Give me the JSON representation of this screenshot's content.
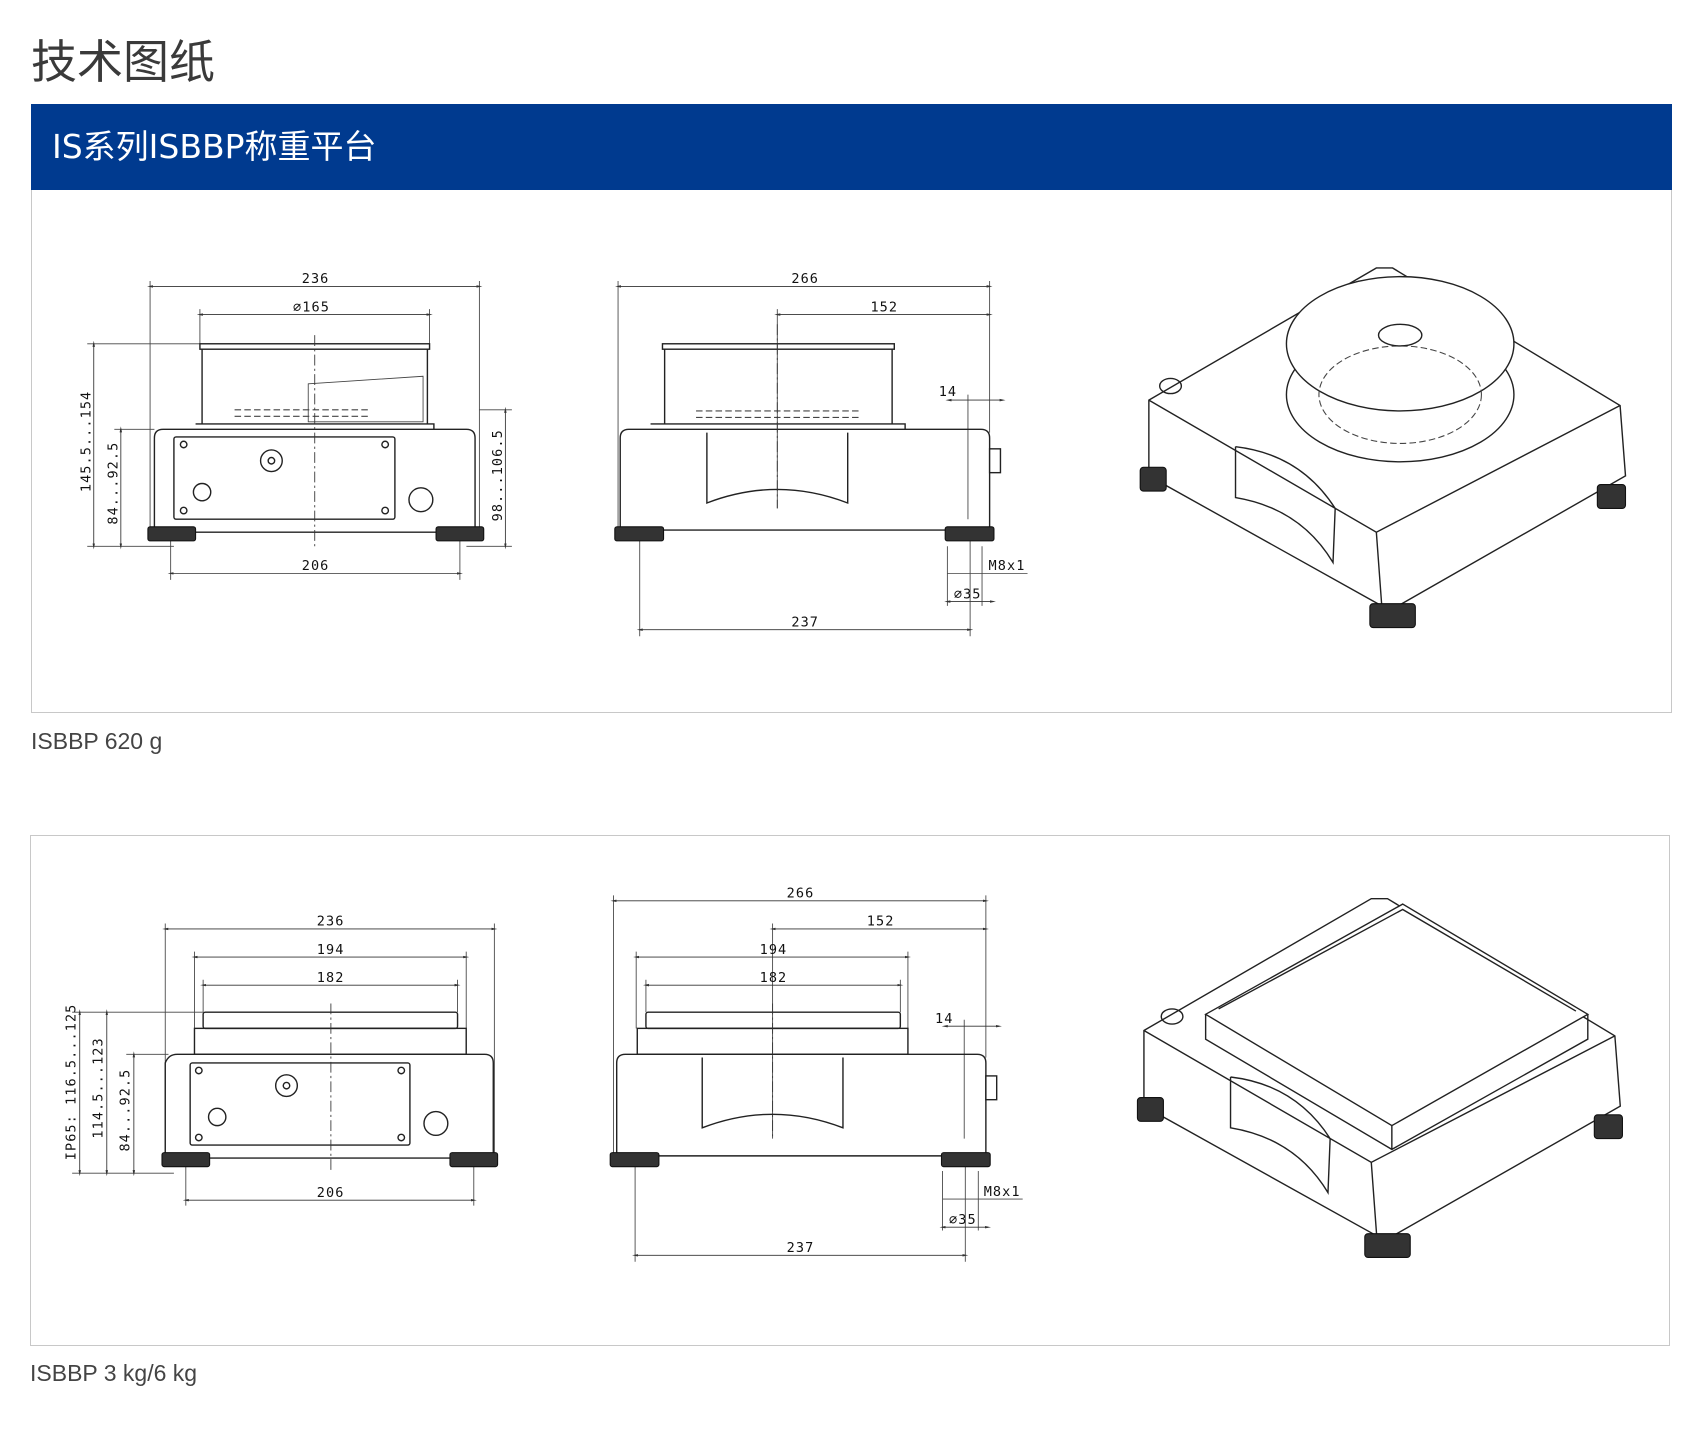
{
  "page_title": "技术图纸",
  "section_title": "IS系列ISBBP称重平台",
  "drawings": [
    {
      "caption": "ISBBP 620 g",
      "front_dims": {
        "width_total": "236",
        "pan_diameter": "⌀165",
        "foot_spacing": "206",
        "height_total": "145.5...154",
        "height_base": "84...92.5",
        "height_side": "98...106.5"
      },
      "side_dims": {
        "depth_total": "266",
        "center_offset": "152",
        "offset_14": "14",
        "thread": "M8x1",
        "foot_diameter": "⌀35",
        "foot_spacing": "237"
      }
    },
    {
      "caption": "ISBBP 3 kg/6 kg",
      "front_dims": {
        "width_total": "236",
        "pan_outer": "194",
        "pan_inner": "182",
        "foot_spacing": "206",
        "height_ip65": "IP65: 116.5...125",
        "height_total": "114.5...123",
        "height_base": "84...92.5"
      },
      "side_dims": {
        "depth_total": "266",
        "center_offset": "152",
        "pan_outer": "194",
        "pan_inner": "182",
        "offset_14": "14",
        "thread": "M8x1",
        "foot_diameter": "⌀35",
        "foot_spacing": "237"
      }
    }
  ],
  "colors": {
    "header_bar": "#003a8f"
  }
}
